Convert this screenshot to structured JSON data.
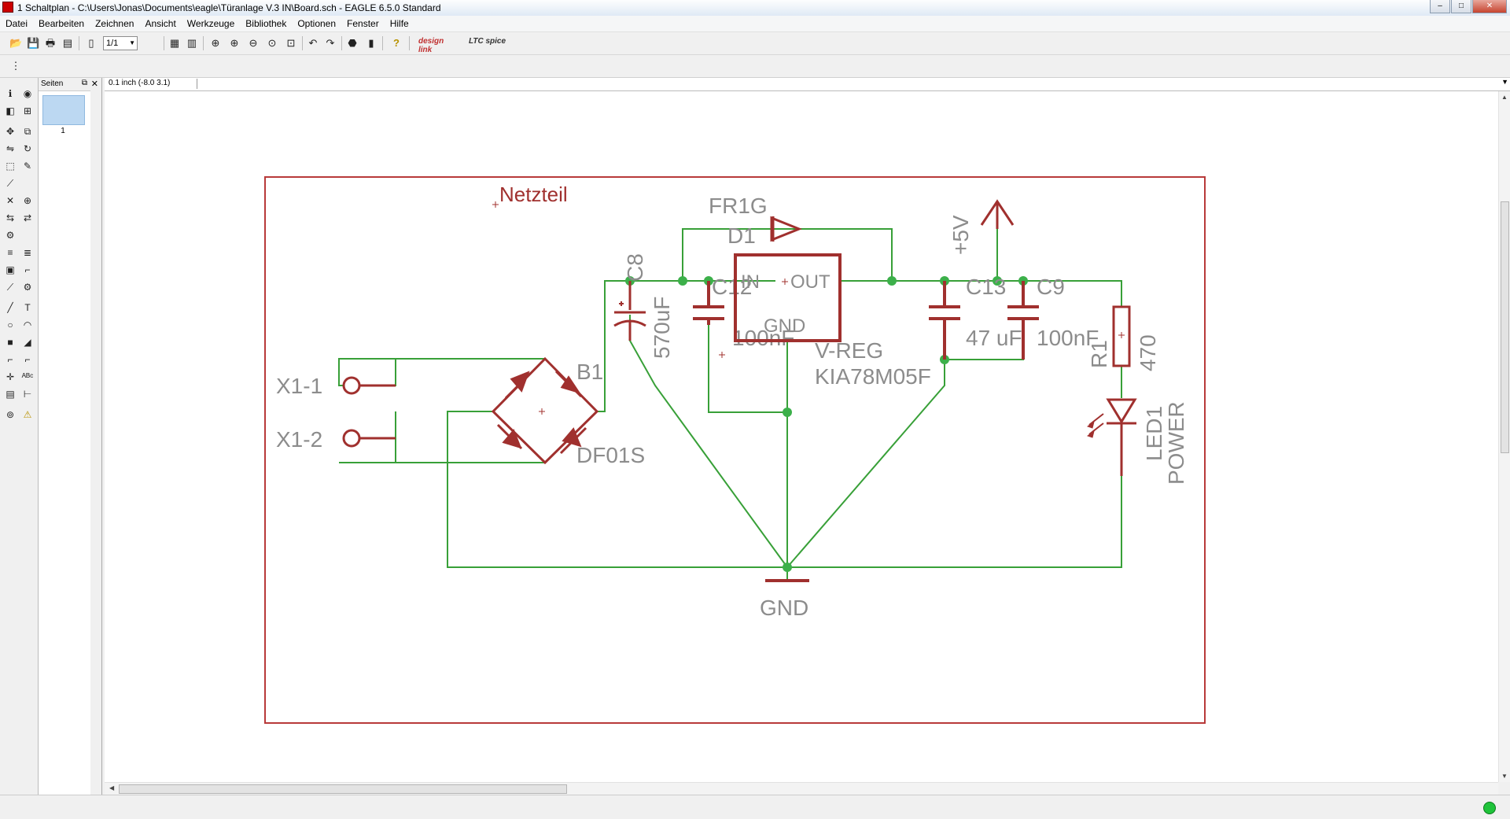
{
  "window": {
    "title": "1 Schaltplan - C:\\Users\\Jonas\\Documents\\eagle\\Türanlage V.3 IN\\Board.sch - EAGLE 6.5.0 Standard",
    "minimize": "–",
    "maximize": "□",
    "close": "✕"
  },
  "menu": [
    "Datei",
    "Bearbeiten",
    "Zeichnen",
    "Ansicht",
    "Werkzeuge",
    "Bibliothek",
    "Optionen",
    "Fenster",
    "Hilfe"
  ],
  "toolbar": {
    "sheet_value": "1/1",
    "designlink": "design link",
    "ltspice": "LTC spice"
  },
  "command_bar": {
    "coordinates": "0.1 inch (-8.0 3.1)",
    "command": ""
  },
  "pages_panel": {
    "title": "Seiten",
    "page_label": "1"
  },
  "schematic": {
    "frame_title": "Netzteil",
    "colors": {
      "symbol": "#a0302e",
      "net": "#38a038",
      "junction": "#3cb04a",
      "label": "#8c8c8c",
      "frame": "#b83a3a"
    },
    "labels": {
      "x1_1": "X1-1",
      "x1_2": "X1-2",
      "b1": "B1",
      "df01s": "DF01S",
      "c8": "C8",
      "c8_val": "570uF",
      "fr1g": "FR1G",
      "d1": "D1",
      "c12": "C12",
      "c12_val": "100nF",
      "vreg": "V-REG",
      "vreg_part": "KIA78M05F",
      "pin_in": "IN",
      "pin_out": "OUT",
      "pin_gnd": "GND",
      "plus5v": "+5V",
      "c13": "C13",
      "c13_val": "47 uF",
      "c9": "C9",
      "c9_val": "100nF",
      "r1": "R1",
      "r1_val": "470",
      "led1": "LED1",
      "led_val": "POWER",
      "gnd": "GND"
    }
  }
}
